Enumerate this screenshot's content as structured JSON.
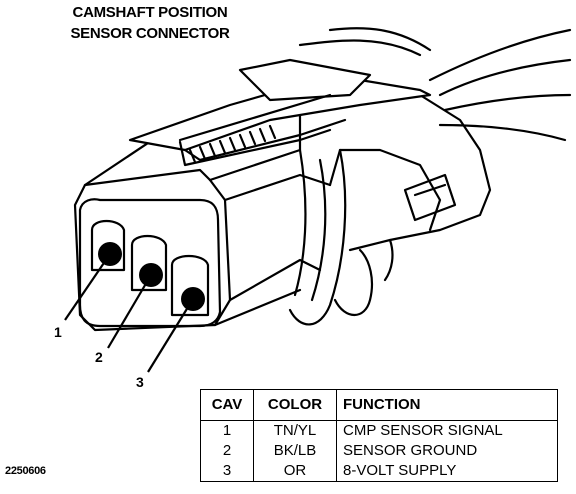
{
  "title": {
    "line1": "CAMSHAFT POSITION",
    "line2": "SENSOR CONNECTOR"
  },
  "pins": [
    {
      "label": "1"
    },
    {
      "label": "2"
    },
    {
      "label": "3"
    }
  ],
  "table": {
    "headers": {
      "cav": "CAV",
      "color": "COLOR",
      "function": "FUNCTION"
    },
    "rows": [
      {
        "cav": "1",
        "color": "TN/YL",
        "function": "CMP SENSOR SIGNAL"
      },
      {
        "cav": "2",
        "color": "BK/LB",
        "function": "SENSOR GROUND"
      },
      {
        "cav": "3",
        "color": "OR",
        "function": "8-VOLT SUPPLY"
      }
    ]
  },
  "figure_id": "2250606"
}
